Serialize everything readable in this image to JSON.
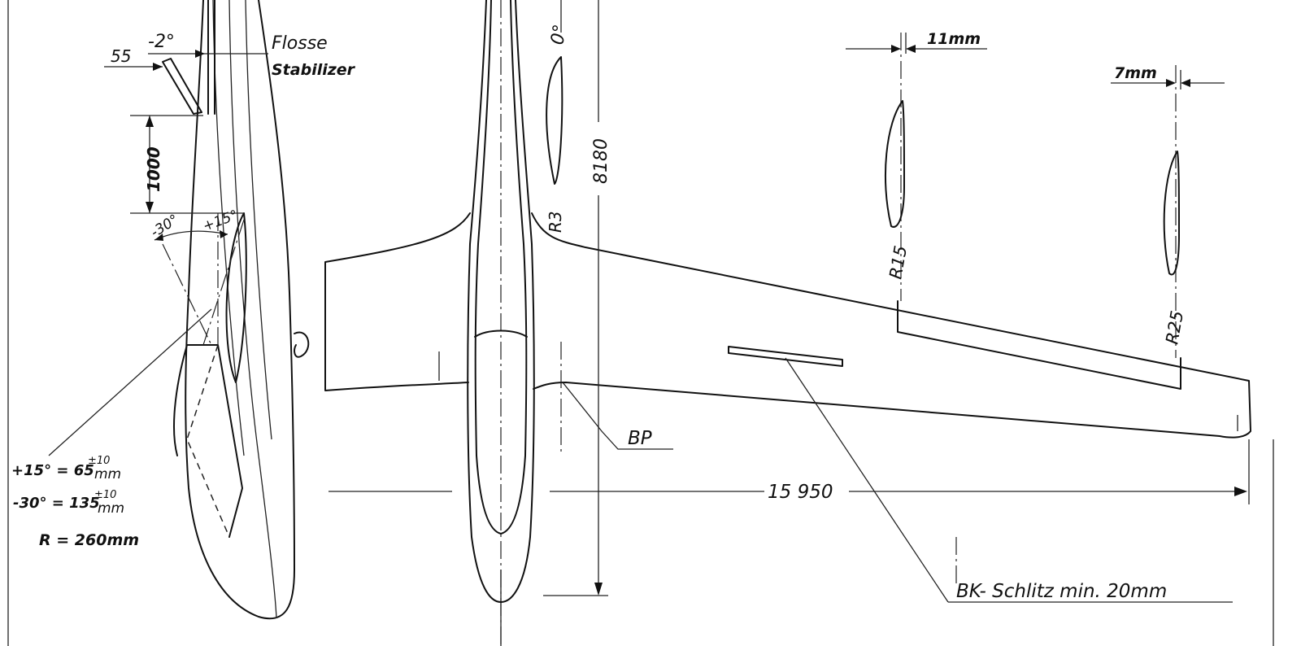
{
  "side_view": {
    "stab_angle": "-2°",
    "stab_offset": "55",
    "stab_label_de": "Flosse",
    "stab_label_en": "Stabilizer",
    "fin_height": "1000",
    "deflection_down": "-30°",
    "deflection_up": "+15°",
    "note_up_angle": "+15° = 65",
    "note_up_tol": "±10",
    "note_up_unit": "mm",
    "note_down_angle": "-30° = 135",
    "note_down_tol": "±10",
    "note_down_unit": "mm",
    "note_radius": "R = 260mm"
  },
  "top_view": {
    "root_incidence": "0°",
    "fuselage_length": "8180",
    "root_radius": "R3",
    "reference_point": "BP",
    "half_span": "15 950",
    "spoiler_note": "BK- Schlitz  min. 20mm"
  },
  "sections": [
    {
      "thickness": "11mm",
      "radius": "R15"
    },
    {
      "thickness": "7mm",
      "radius": "R25"
    }
  ]
}
